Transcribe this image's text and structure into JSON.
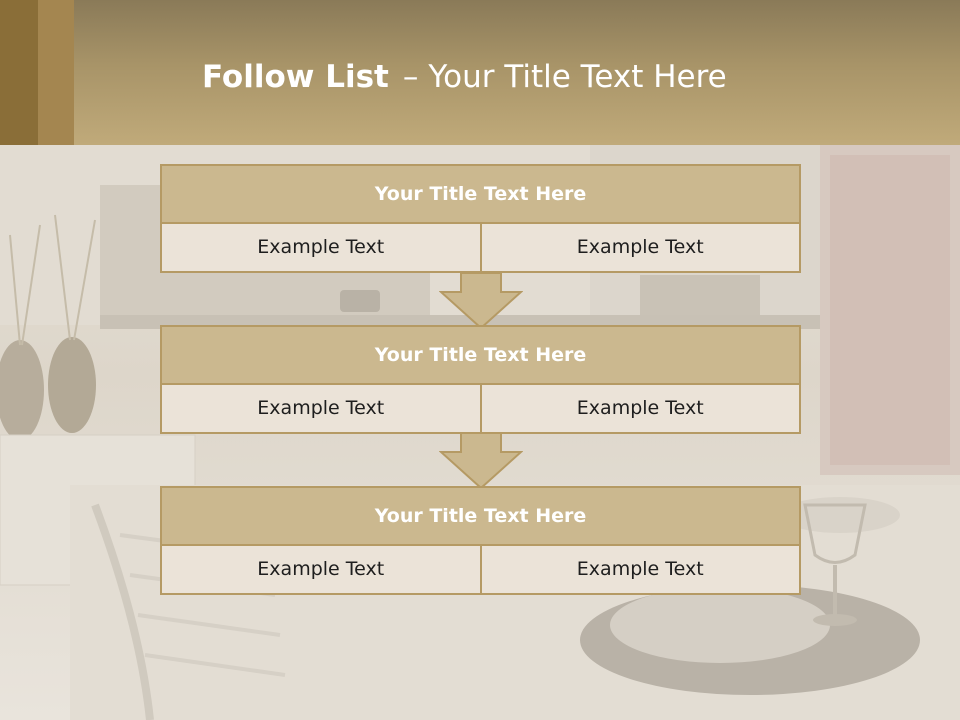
{
  "slide": {
    "title_bold": "Follow List",
    "title_sep": "–",
    "title_rest": "Your Title Text Here"
  },
  "steps": [
    {
      "title": "Your Title Text Here",
      "left": "Example Text",
      "right": "Example Text"
    },
    {
      "title": "Your Title Text Here",
      "left": "Example Text",
      "right": "Example Text"
    },
    {
      "title": "Your Title Text Here",
      "left": "Example Text",
      "right": "Example Text"
    }
  ],
  "colors": {
    "header": "#a89468",
    "box_title": "#cbb88f",
    "box_border": "#b59a64",
    "box_body": "#ebe3d8"
  }
}
